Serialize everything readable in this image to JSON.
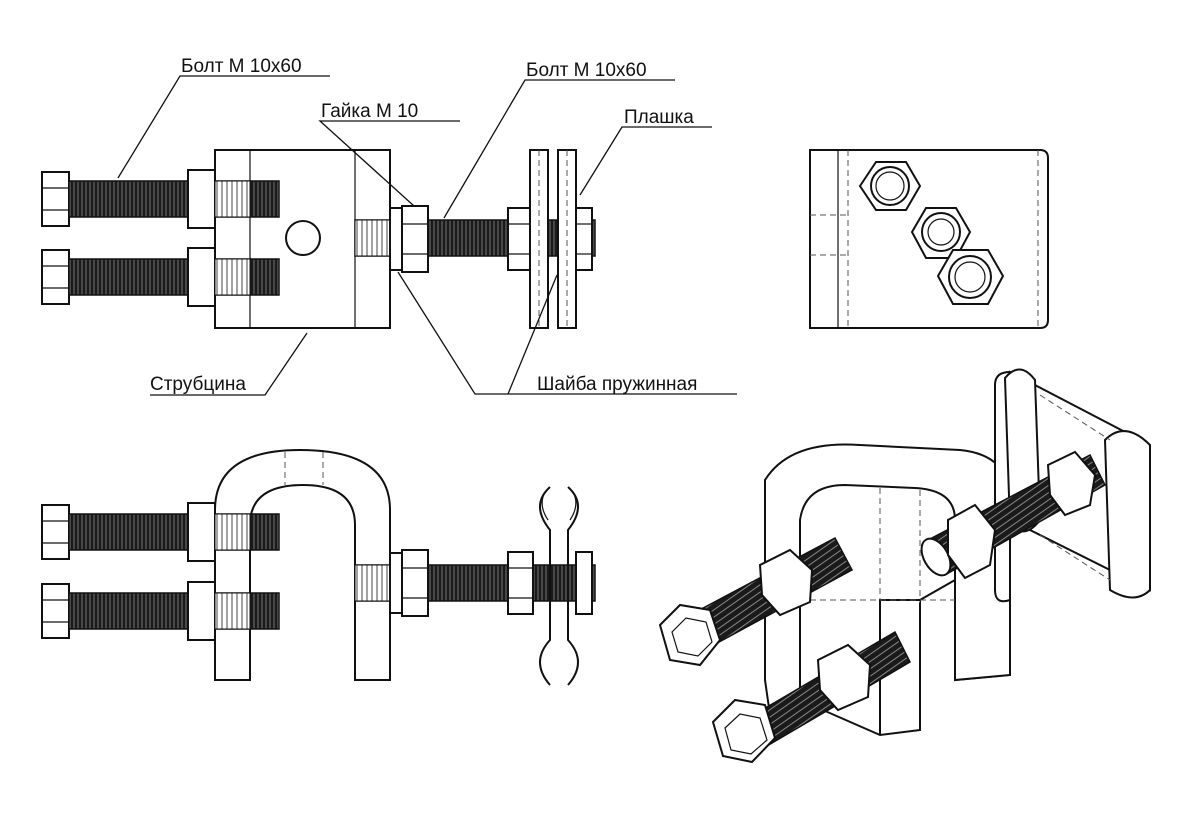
{
  "labels": {
    "bolt_top_left": "Болт М 10х60",
    "bolt_top_right": "Болт М 10х60",
    "nut": "Гайка М 10",
    "plate": "Плашка",
    "clamp": "Струбцина",
    "spring_washer": "Шайба пружинная"
  },
  "colors": {
    "ink": "#111111",
    "background": "#ffffff"
  }
}
